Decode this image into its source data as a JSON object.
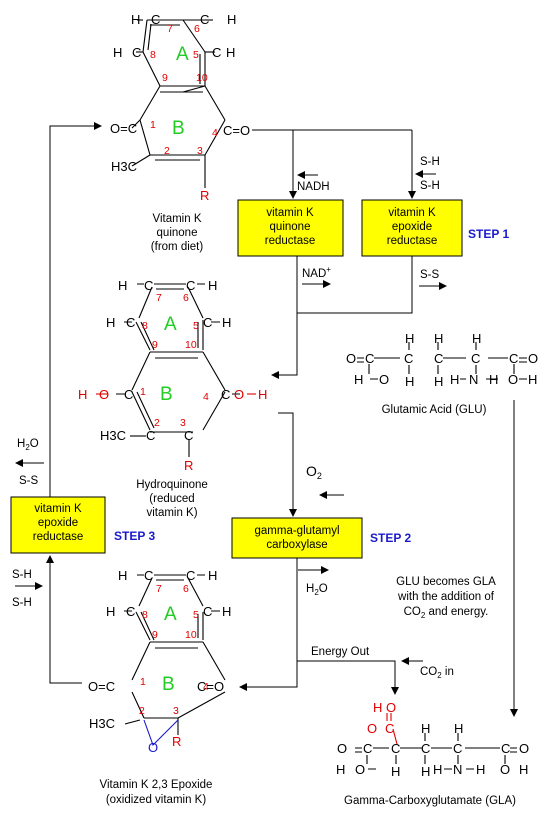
{
  "atoms": {
    "H": "H",
    "C": "C",
    "O": "O",
    "R": "R",
    "N": "N",
    "ring_a": "A",
    "ring_b": "B",
    "co": "C=O",
    "oc": "O=C",
    "h3c": "H3C",
    "ho": "HO",
    "oh": "OH"
  },
  "molecules": {
    "quinone": {
      "line1": "Vitamin K",
      "line2": "quinone",
      "line3": "(from diet)"
    },
    "hydroquinone": {
      "line1": "Hydroquinone",
      "line2": "(reduced",
      "line3": "vitamin K)"
    },
    "epoxide": {
      "line1": "Vitamin K  2,3 Epoxide",
      "line2": "(oxidized vitamin K)"
    },
    "glu": {
      "label": "Glutamic Acid (GLU)"
    },
    "gla": {
      "label": "Gamma-Carboxyglutamate (GLA)"
    }
  },
  "enzymes": {
    "quinone_reductase": {
      "line1": "vitamin K",
      "line2": "quinone",
      "line3": "reductase"
    },
    "epoxide_reductase_1": {
      "line1": "vitamin K",
      "line2": "epoxide",
      "line3": "reductase"
    },
    "carboxylase": {
      "line1": "gamma-glutamyl",
      "line2": "carboxylase"
    },
    "epoxide_reductase_3": {
      "line1": "vitamin K",
      "line2": "epoxide",
      "line3": "reductase"
    }
  },
  "steps": {
    "step1": "STEP 1",
    "step2": "STEP 2",
    "step3": "STEP 3"
  },
  "reagents": {
    "nadh": "NADH",
    "nad": "NAD",
    "nad_sup": "+",
    "sh": "S-H",
    "ss": "S-S",
    "o2": "O",
    "o2_sub": "2",
    "h2o": "H",
    "h2o_sub": "2",
    "h2o_o": "O",
    "energy_out": "Energy Out",
    "co2_in": "CO",
    "co2_in_sub": "2",
    "co2_in_rest": " in"
  },
  "note": {
    "line1": "GLU becomes GLA",
    "line2": "with the addition of",
    "line3": "CO",
    "line3_sub": "2",
    "line3_rest": " and energy."
  },
  "ring_numbers": [
    "1",
    "2",
    "3",
    "4",
    "5",
    "6",
    "7",
    "8",
    "9",
    "10"
  ],
  "colors": {
    "box": "#ffff00",
    "step": "#1a1acc",
    "number": "#e00000",
    "ring": "#22cc22"
  }
}
